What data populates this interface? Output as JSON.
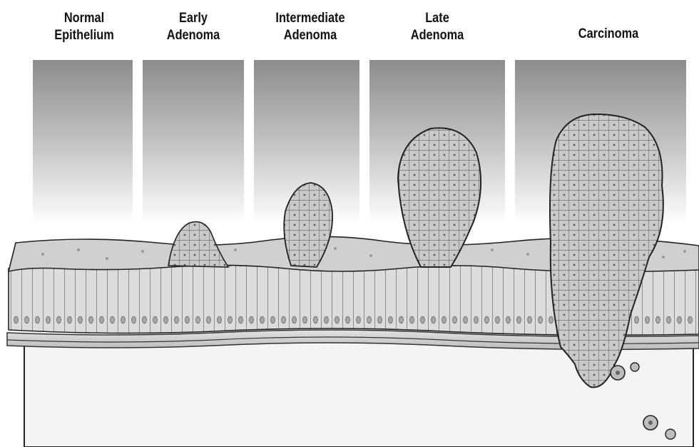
{
  "stages": [
    {
      "line1": "Normal",
      "line2": "Epithelium"
    },
    {
      "line1": "Early",
      "line2": "Adenoma"
    },
    {
      "line1": "Intermediate",
      "line2": "Adenoma"
    },
    {
      "line1": "Late",
      "line2": "Adenoma"
    },
    {
      "line1": "Carcinoma",
      "line2": ""
    }
  ],
  "colors": {
    "panel_top": "#8c8c8c",
    "panel_bottom": "#ffffff",
    "epithelium": "#d2d2d2",
    "cell_outline": "#3a3a3a",
    "tumor_fill": "#bdbdbd",
    "stroma": "#f4f4f4"
  }
}
